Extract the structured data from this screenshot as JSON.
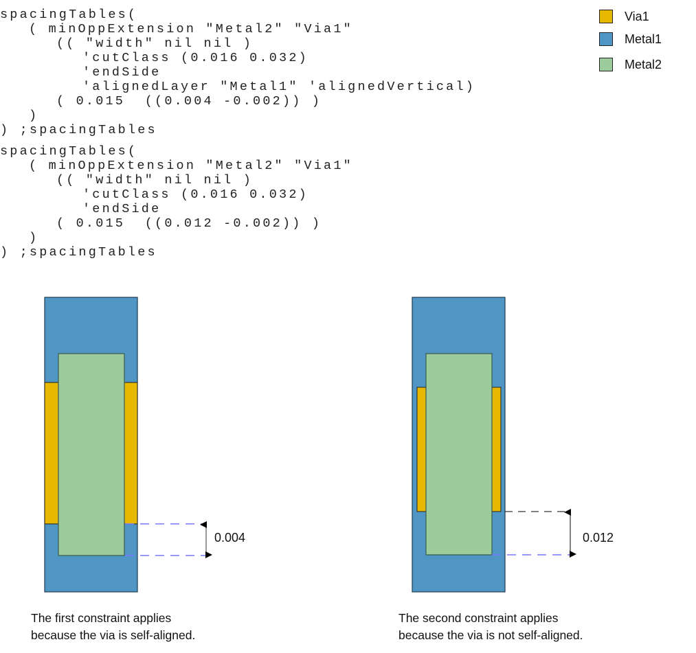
{
  "code_blocks": [
    {
      "lines": [
        {
          "indent": 0,
          "text": "spacingTables("
        },
        {
          "indent": 1,
          "text": "( minOppExtension \"Metal2\" \"Via1\""
        },
        {
          "indent": 2,
          "text": "(( \"width\" nil nil )"
        },
        {
          "indent": 3,
          "text": "'cutClass (0.016 0.032)"
        },
        {
          "indent": 3,
          "text": "'endSide"
        },
        {
          "indent": 3,
          "text": "'alignedLayer \"Metal1\" 'alignedVertical)"
        },
        {
          "indent": 2,
          "text": "( 0.015  ((0.004 -0.002)) )"
        },
        {
          "indent": 1,
          "text": ")"
        },
        {
          "indent": 0,
          "text": ") ;spacingTables"
        }
      ]
    },
    {
      "lines": [
        {
          "indent": 0,
          "text": "spacingTables("
        },
        {
          "indent": 1,
          "text": "( minOppExtension \"Metal2\" \"Via1\""
        },
        {
          "indent": 2,
          "text": "(( \"width\" nil nil )"
        },
        {
          "indent": 3,
          "text": "'cutClass (0.016 0.032)"
        },
        {
          "indent": 3,
          "text": "'endSide"
        },
        {
          "indent": 2,
          "text": "( 0.015  ((0.012 -0.002)) )"
        },
        {
          "indent": 1,
          "text": ")"
        },
        {
          "indent": 0,
          "text": ") ;spacingTables"
        }
      ]
    }
  ],
  "legend": [
    {
      "label": "Via1",
      "color": "#e6b800"
    },
    {
      "label": "Metal1",
      "color": "#4f96c4"
    },
    {
      "label": "Metal2",
      "color": "#9ccb9c"
    }
  ],
  "figures": [
    {
      "dimension_label": "0.004",
      "caption_line1": "The first constraint applies",
      "caption_line2": "because the via is self-aligned."
    },
    {
      "dimension_label": "0.012",
      "caption_line1": "The second constraint applies",
      "caption_line2": "because the via is not self-aligned."
    }
  ],
  "colors": {
    "metal1": "#4f96c4",
    "metal2": "#9ccb9c",
    "via1": "#e6b800",
    "dash_blue": "#7777ff",
    "dash_black": "#000000"
  }
}
